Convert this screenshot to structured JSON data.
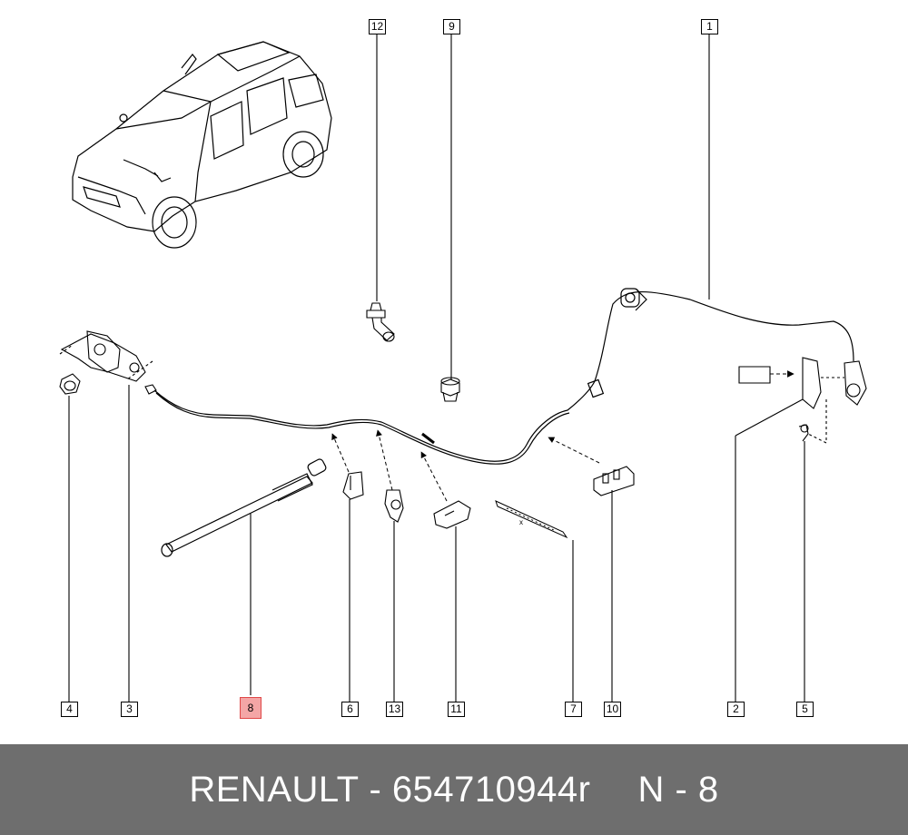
{
  "callouts": {
    "c12": "12",
    "c9": "9",
    "c1": "1",
    "c4": "4",
    "c3": "3",
    "c8": "8",
    "c6": "6",
    "c13": "13",
    "c11": "11",
    "c7": "7",
    "c10": "10",
    "c2": "2",
    "c5": "5"
  },
  "footer": {
    "brand_part": "RENAULT - 654710944r",
    "ref": "N - 8"
  },
  "colors": {
    "highlight": "#f4a6a6",
    "footer_bg": "#6e6e6e"
  }
}
